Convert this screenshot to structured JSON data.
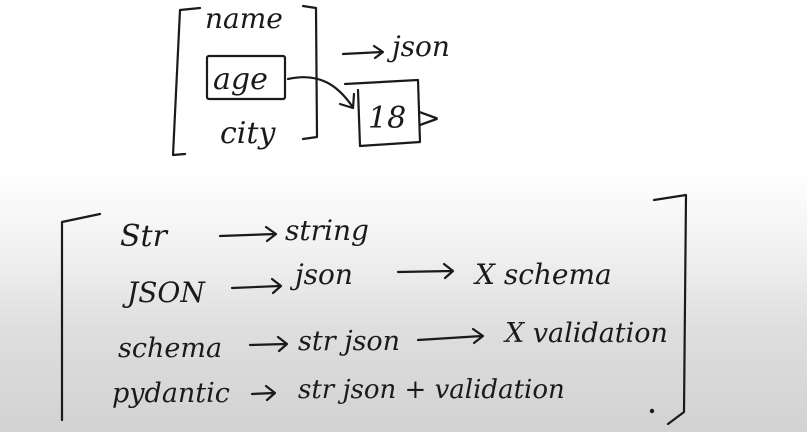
{
  "top_diagram": {
    "fields": [
      "name",
      "age",
      "city"
    ],
    "output_label": "json",
    "constraint_label": "18 >"
  },
  "comparison": [
    {
      "left": "Str",
      "right": "string"
    },
    {
      "left": "JSON",
      "right": "json",
      "extra": "X schema"
    },
    {
      "left": "schema",
      "right": "str json",
      "extra": "X validation"
    },
    {
      "left": "pydantic",
      "right": "str json + validation"
    }
  ]
}
